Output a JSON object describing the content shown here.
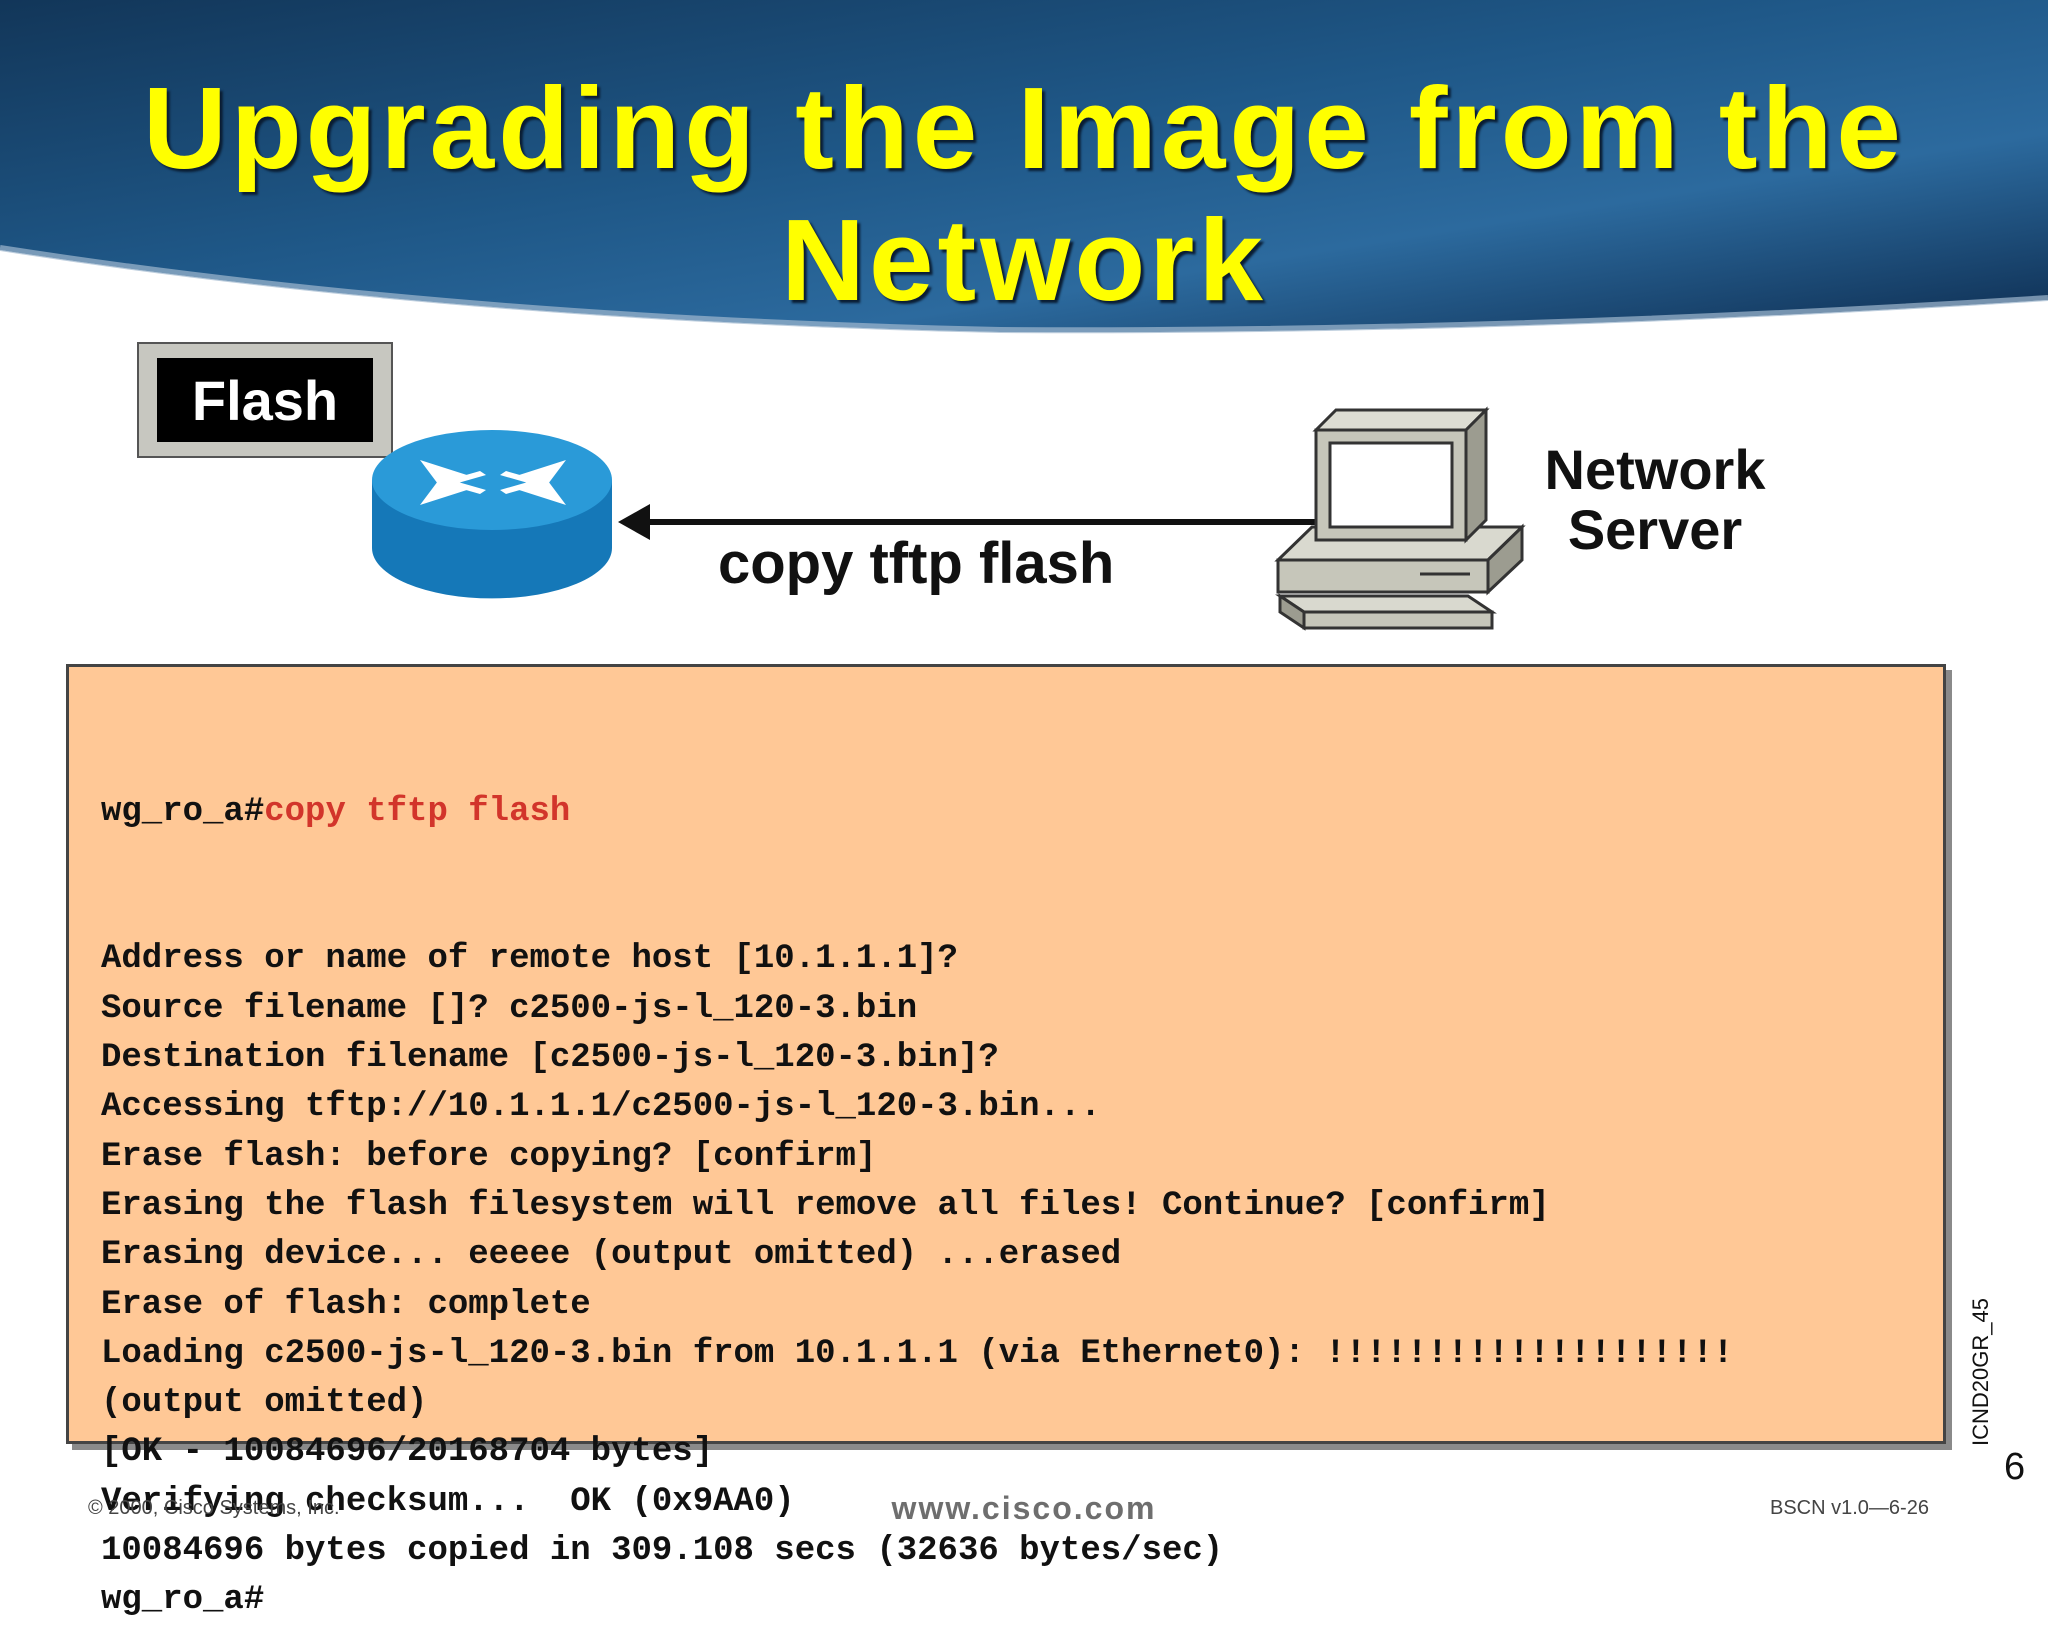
{
  "slide": {
    "title_line1": "Upgrading the Image from the",
    "title_line2": "Network",
    "page_number": "6",
    "side_code": "ICND20GR_45"
  },
  "diagram": {
    "flash_label": "Flash",
    "copy_command_label": "copy tftp flash",
    "server_label_line1": "Network",
    "server_label_line2": "Server",
    "router_icon": "router-icon",
    "server_icon": "computer-icon",
    "arrow_icon": "arrow-left-icon"
  },
  "terminal": {
    "prompt": "wg_ro_a#",
    "command": "copy tftp flash",
    "command_color": "#d2352b",
    "background_color": "#ffc896",
    "lines": [
      "Address or name of remote host [10.1.1.1]?",
      "Source filename []? c2500-js-l_120-3.bin",
      "Destination filename [c2500-js-l_120-3.bin]?",
      "Accessing tftp://10.1.1.1/c2500-js-l_120-3.bin...",
      "Erase flash: before copying? [confirm]",
      "Erasing the flash filesystem will remove all files! Continue? [confirm]",
      "Erasing device... eeeee (output omitted) ...erased",
      "Erase of flash: complete",
      "Loading c2500-js-l_120-3.bin from 10.1.1.1 (via Ethernet0): !!!!!!!!!!!!!!!!!!!!",
      "(output omitted)",
      "[OK - 10084696/20168704 bytes]",
      "Verifying checksum...  OK (0x9AA0)",
      "10084696 bytes copied in 309.108 secs (32636 bytes/sec)",
      "wg_ro_a#"
    ]
  },
  "footer": {
    "copyright": "© 2000, Cisco Systems, Inc.",
    "url": "www.cisco.com",
    "course_code": "BSCN v1.0—6-26"
  },
  "colors": {
    "title": "#ffff00",
    "banner_dark": "#0d2c4f",
    "banner_light": "#2c6a9e",
    "router_blue": "#1c8fd1"
  }
}
